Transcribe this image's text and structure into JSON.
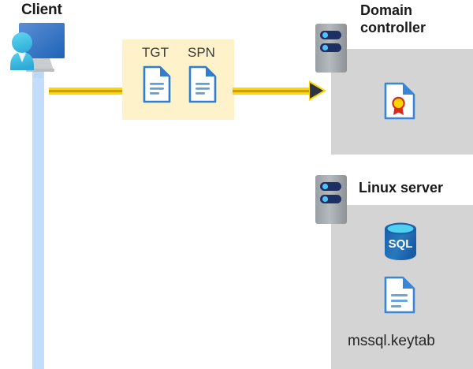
{
  "diagram": {
    "title_client": "Client",
    "flow": {
      "arrow_label": "kerberos-request-arrow",
      "line_color": "#ffd400",
      "arrow_head_color": "#2b3344"
    },
    "credentials_panel": {
      "background_color": "#fdf2c9",
      "items": [
        {
          "label": "TGT",
          "icon": "document-icon"
        },
        {
          "label": "SPN",
          "icon": "document-icon"
        }
      ]
    },
    "zones": [
      {
        "id": "domain-controller",
        "title": "Domain\ncontroller",
        "background_color": "#d4d4d4",
        "server_icon": "server-icon",
        "contents": [
          {
            "icon": "certificate-document-icon",
            "caption": ""
          }
        ]
      },
      {
        "id": "linux-server",
        "title": "Linux server",
        "background_color": "#d4d4d4",
        "server_icon": "server-icon",
        "contents": [
          {
            "icon": "sql-database-icon",
            "caption": "SQL"
          },
          {
            "icon": "keytab-document-icon",
            "caption": "mssql.keytab"
          }
        ]
      }
    ],
    "client": {
      "icon": "client-workstation-icon",
      "lifeline_color": "#c3dcfb"
    },
    "sql_icon_text": "SQL",
    "keytab_filename": "mssql.keytab"
  }
}
